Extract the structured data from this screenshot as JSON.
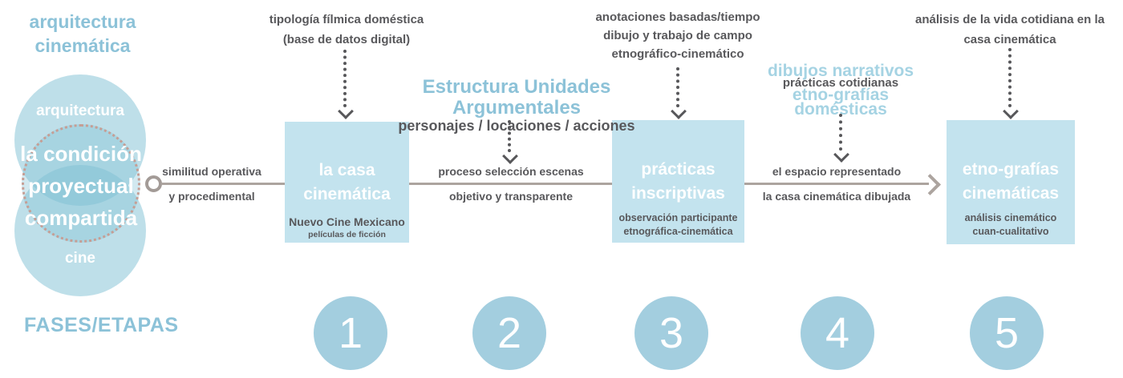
{
  "title": {
    "line1": "arquitectura",
    "line2": "cinemática"
  },
  "venn": {
    "top_label": "arquitectura",
    "bottom_label": "cine",
    "center_line1": "la condición",
    "center_line2": "proyectual",
    "center_line3": "compartida"
  },
  "fases_label": "FASES/ETAPAS",
  "annotations": {
    "a1_line1": "tipología fílmica doméstica",
    "a1_line2": "(base de datos digital)",
    "a2_heading": "Estructura Unidades Argumentales",
    "a2_sub": "personajes / locaciones / acciones",
    "a3_line1": "anotaciones basadas/tiempo",
    "a3_line2": "dibujo y trabajo de campo",
    "a3_line3": "etnográfico-cinemático",
    "a4_heading1": "dibujos narrativos",
    "a4_sub": "prácticas cotidianas",
    "a4_heading2": "etno-grafías domésticas",
    "a5_line1": "análisis de la vida cotidiana en la",
    "a5_line2": "casa cinemática"
  },
  "timeline": {
    "t1_above": "similitud operativa",
    "t1_below": "y procedimental",
    "t2_above": "proceso selección escenas",
    "t2_below": "objetivo y transparente",
    "t3_above": "el espacio representado",
    "t3_below": "la casa cinemática dibujada"
  },
  "boxes": {
    "box1_title1": "la casa",
    "box1_title2": "cinemática",
    "box1_sub1": "Nuevo Cine Mexicano",
    "box1_sub2": "películas de ficción",
    "box2_title1": "prácticas",
    "box2_title2": "inscriptivas",
    "box2_sub1": "observación participante",
    "box2_sub2": "etnográfica-cinemática",
    "box3_title1": "etno-grafías",
    "box3_title2": "cinemáticas",
    "box3_sub1": "análisis cinemático",
    "box3_sub2": "cuan-cualitativo"
  },
  "phases": [
    "1",
    "2",
    "3",
    "4",
    "5"
  ],
  "colors": {
    "accent_blue_text": "#8cc2d8",
    "light_blue_text": "#a5d3e3",
    "box_fill": "#c3e3ee",
    "circle_fill": "#a3cedf",
    "venn_fill": "#bedee8",
    "gray_text": "#58585b",
    "timeline_gray": "#aca49f",
    "dashed_rose": "#c59e95"
  }
}
